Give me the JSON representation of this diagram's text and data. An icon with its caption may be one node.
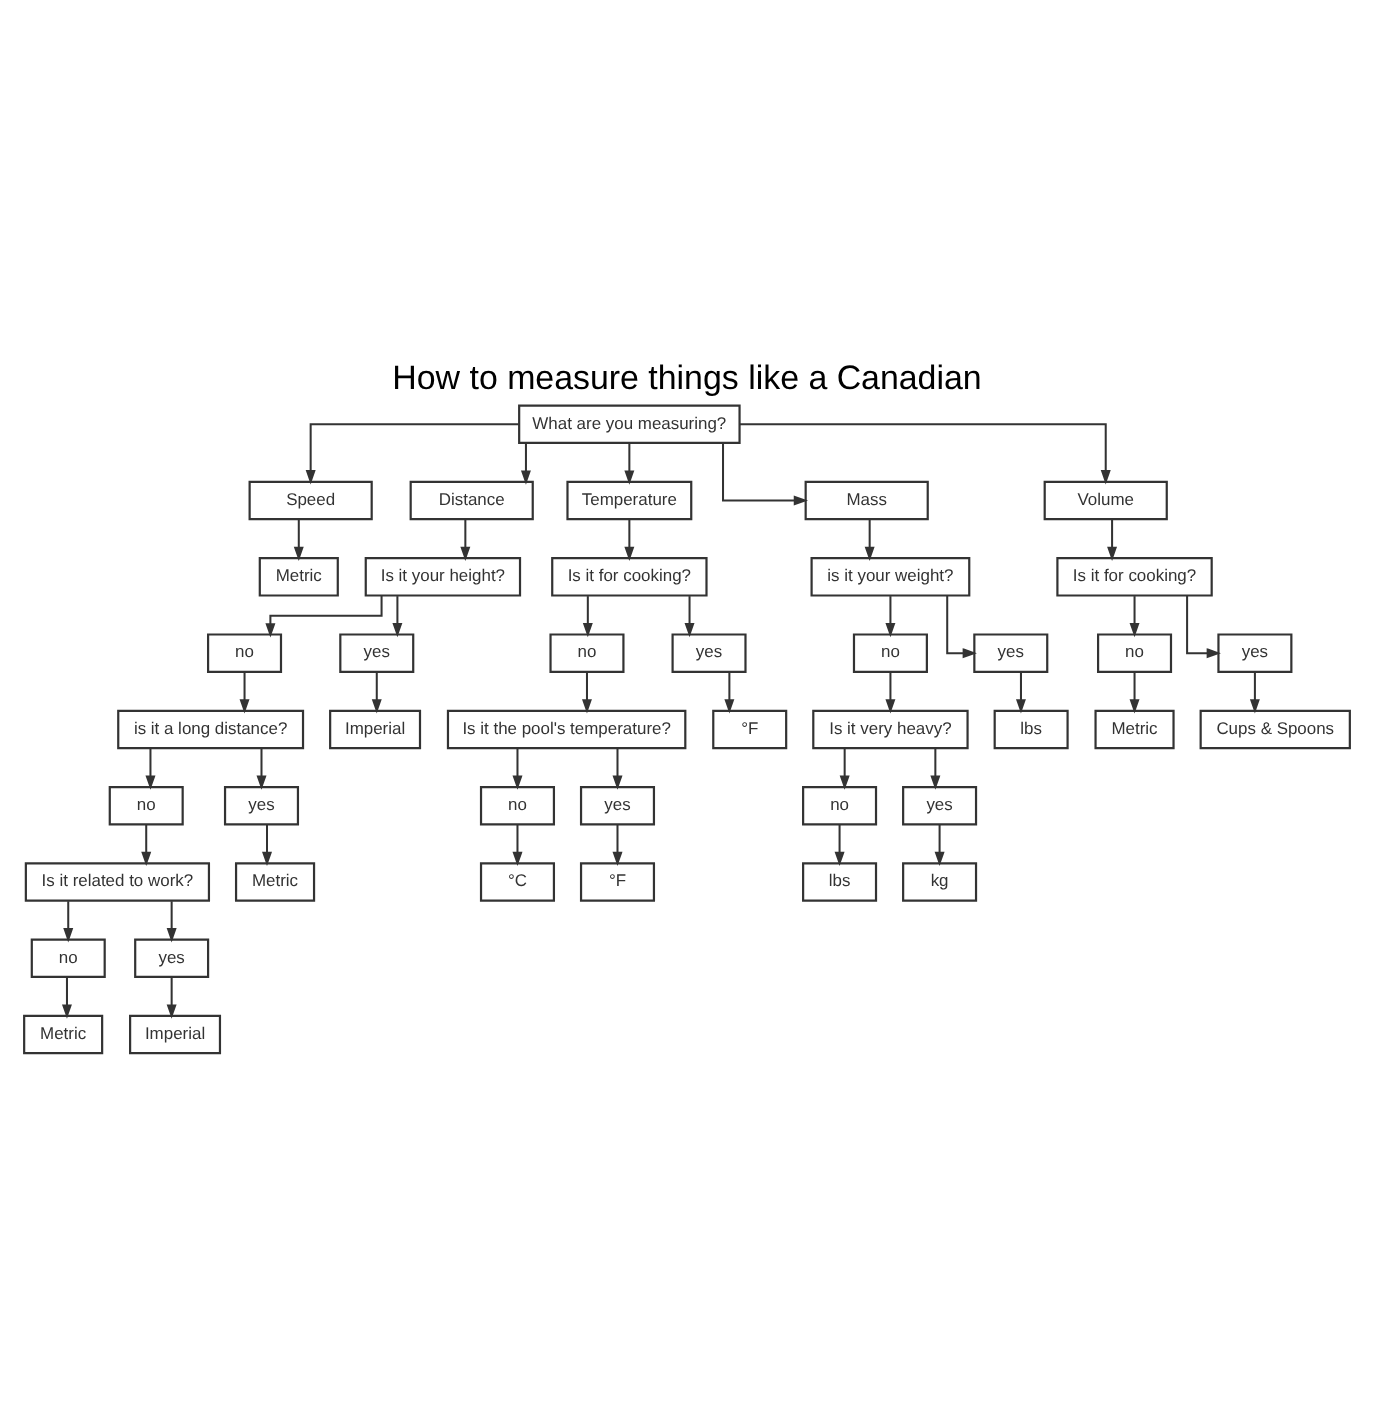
{
  "diagram": {
    "title": "How to measure things like a Canadian",
    "nodes": [
      {
        "text": [
          "What are you measuring?"
        ]
      },
      {
        "text": [
          "Speed"
        ]
      },
      {
        "text": [
          "Distance"
        ]
      },
      {
        "text": [
          "Temperature"
        ]
      },
      {
        "text": [
          "Mass"
        ]
      },
      {
        "text": [
          "Volume"
        ]
      },
      {
        "text": [
          "Metric"
        ]
      },
      {
        "text": [
          "Is it your height?"
        ]
      },
      {
        "text": [
          "Is it for cooking?"
        ]
      },
      {
        "text": [
          "is it your weight?"
        ]
      },
      {
        "text": [
          "Is it for cooking?"
        ]
      },
      {
        "text": [
          "no"
        ]
      },
      {
        "text": [
          "yes"
        ]
      },
      {
        "text": [
          "no"
        ]
      },
      {
        "text": [
          "yes"
        ]
      },
      {
        "text": [
          "no"
        ]
      },
      {
        "text": [
          "yes"
        ]
      },
      {
        "text": [
          "no"
        ]
      },
      {
        "text": [
          "yes"
        ]
      },
      {
        "text": [
          "Imperial"
        ]
      },
      {
        "text": [
          "°F"
        ]
      },
      {
        "text": [
          "lbs"
        ]
      },
      {
        "text": [
          "Metric"
        ]
      },
      {
        "text": [
          "Cups & Spoons"
        ]
      },
      {
        "text": [
          "is it a long distance?"
        ]
      },
      {
        "text": [
          "Is it the pool's temperature?"
        ]
      },
      {
        "text": [
          "Is it very heavy?"
        ]
      },
      {
        "text": [
          "no"
        ]
      },
      {
        "text": [
          "yes"
        ]
      },
      {
        "text": [
          "no"
        ]
      },
      {
        "text": [
          "yes"
        ]
      },
      {
        "text": [
          "no"
        ]
      },
      {
        "text": [
          "yes"
        ]
      },
      {
        "text": [
          "Is it related to work?"
        ]
      },
      {
        "text": [
          "Metric"
        ]
      },
      {
        "text": [
          "°C"
        ]
      },
      {
        "text": [
          "°F"
        ]
      },
      {
        "text": [
          "lbs"
        ]
      },
      {
        "text": [
          "kg"
        ]
      },
      {
        "text": [
          "no"
        ]
      },
      {
        "text": [
          "yes"
        ]
      },
      {
        "text": [
          "Metric"
        ]
      },
      {
        "text": [
          "Imperial"
        ]
      }
    ],
    "edges": [
      {
        "from": 0,
        "to": 1,
        "arrow": "to"
      },
      {
        "from": 0,
        "to": 2,
        "arrow": "to"
      },
      {
        "from": 0,
        "to": 3,
        "arrow": "to"
      },
      {
        "from": 0,
        "to": 4,
        "arrow": "to"
      },
      {
        "from": 0,
        "to": 5,
        "arrow": "to"
      },
      {
        "from": 1,
        "to": 6,
        "arrow": "to"
      },
      {
        "from": 2,
        "to": 7,
        "arrow": "to"
      },
      {
        "from": 3,
        "to": 8,
        "arrow": "to"
      },
      {
        "from": 4,
        "to": 9,
        "arrow": "to"
      },
      {
        "from": 5,
        "to": 10,
        "arrow": "to"
      },
      {
        "from": 7,
        "to": 11,
        "arrow": "to"
      },
      {
        "from": 7,
        "to": 12,
        "arrow": "to"
      },
      {
        "from": 8,
        "to": 13,
        "arrow": "to"
      },
      {
        "from": 8,
        "to": 14,
        "arrow": "to"
      },
      {
        "from": 9,
        "to": 15,
        "arrow": "to"
      },
      {
        "from": 9,
        "to": 16,
        "arrow": "to"
      },
      {
        "from": 10,
        "to": 17,
        "arrow": "to"
      },
      {
        "from": 10,
        "to": 18,
        "arrow": "to"
      },
      {
        "from": 12,
        "to": 19,
        "arrow": "to"
      },
      {
        "from": 14,
        "to": 20,
        "arrow": "to"
      },
      {
        "from": 16,
        "to": 21,
        "arrow": "to"
      },
      {
        "from": 17,
        "to": 22,
        "arrow": "to"
      },
      {
        "from": 18,
        "to": 23,
        "arrow": "to"
      },
      {
        "from": 11,
        "to": 24,
        "arrow": "to"
      },
      {
        "from": 13,
        "to": 25,
        "arrow": "to"
      },
      {
        "from": 15,
        "to": 26,
        "arrow": "to"
      },
      {
        "from": 24,
        "to": 27,
        "arrow": "to"
      },
      {
        "from": 24,
        "to": 28,
        "arrow": "to"
      },
      {
        "from": 25,
        "to": 29,
        "arrow": "to"
      },
      {
        "from": 25,
        "to": 30,
        "arrow": "to"
      },
      {
        "from": 26,
        "to": 31,
        "arrow": "to"
      },
      {
        "from": 26,
        "to": 32,
        "arrow": "to"
      },
      {
        "from": 27,
        "to": 33,
        "arrow": "to"
      },
      {
        "from": 28,
        "to": 34,
        "arrow": "to"
      },
      {
        "from": 29,
        "to": 35,
        "arrow": "to"
      },
      {
        "from": 30,
        "to": 36,
        "arrow": "to"
      },
      {
        "from": 31,
        "to": 37,
        "arrow": "to"
      },
      {
        "from": 32,
        "to": 38,
        "arrow": "to"
      },
      {
        "from": 33,
        "to": 39,
        "arrow": "to"
      },
      {
        "from": 33,
        "to": 40,
        "arrow": "to"
      },
      {
        "from": 39,
        "to": 41,
        "arrow": "to"
      },
      {
        "from": 40,
        "to": 42,
        "arrow": "to"
      }
    ]
  }
}
